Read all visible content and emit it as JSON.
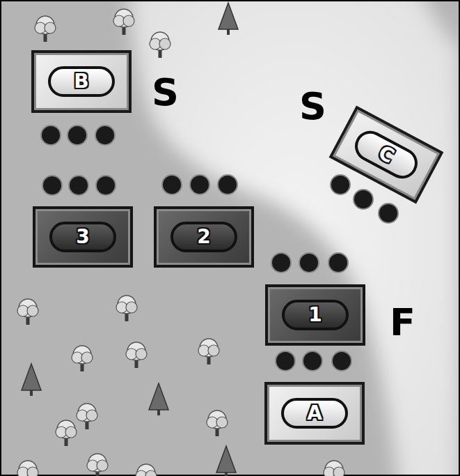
{
  "diagram": {
    "nodes": [
      {
        "text": [
          "B"
        ]
      },
      {
        "text": [
          "C"
        ]
      },
      {
        "text": [
          "3"
        ]
      },
      {
        "text": [
          "2"
        ]
      },
      {
        "text": [
          "1"
        ]
      },
      {
        "text": [
          "A"
        ]
      }
    ],
    "labels": [
      "S",
      "S",
      "F"
    ]
  }
}
